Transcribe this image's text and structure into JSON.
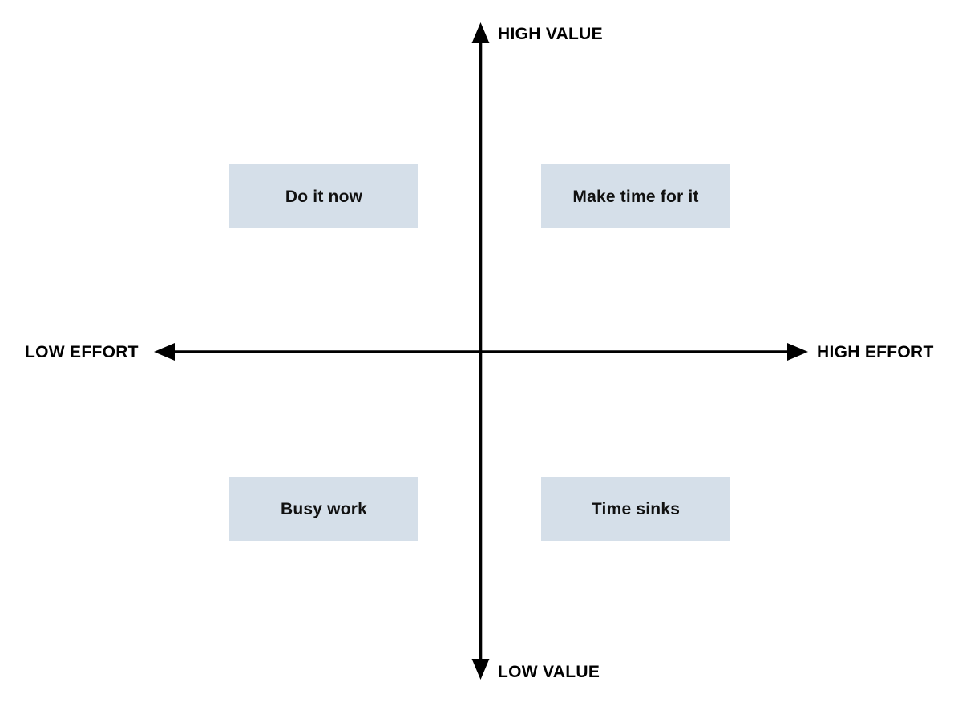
{
  "diagram": {
    "type": "value-effort-matrix",
    "background_color": "#ffffff",
    "axis_color": "#000000",
    "box_fill_color": "#d5dfe9",
    "box_text_color": "#111111",
    "axes": {
      "vertical": {
        "top_label": "HIGH VALUE",
        "bottom_label": "LOW VALUE"
      },
      "horizontal": {
        "left_label": "LOW EFFORT",
        "right_label": "HIGH EFFORT"
      }
    },
    "quadrants": [
      {
        "id": "do-it-now",
        "label": "Do it now",
        "value": "high",
        "effort": "low",
        "position": "top-left"
      },
      {
        "id": "make-time-for-it",
        "label": "Make time for it",
        "value": "high",
        "effort": "high",
        "position": "top-right"
      },
      {
        "id": "busy-work",
        "label": "Busy work",
        "value": "low",
        "effort": "low",
        "position": "bottom-left"
      },
      {
        "id": "time-sinks",
        "label": "Time sinks",
        "value": "low",
        "effort": "high",
        "position": "bottom-right"
      }
    ],
    "icons": {
      "arrow_up": "arrow-up-icon",
      "arrow_down": "arrow-down-icon",
      "arrow_left": "arrow-left-icon",
      "arrow_right": "arrow-right-icon"
    }
  }
}
